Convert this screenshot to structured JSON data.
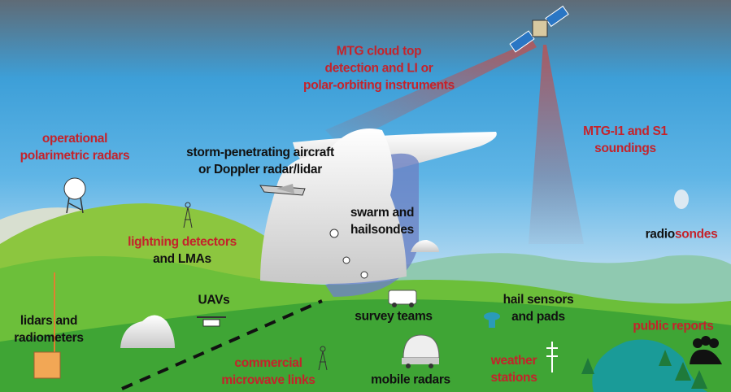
{
  "colors": {
    "red": "#c4232b",
    "black": "#111111"
  },
  "labels": {
    "mtg_cloud_top": [
      "MTG cloud top",
      "detection and LI or",
      "polar-orbiting instruments"
    ],
    "mtg_soundings": [
      "MTG-I1 and S1",
      "soundings"
    ],
    "aircraft": [
      "storm-penetrating aircraft",
      "or Doppler radar/lidar"
    ],
    "swarm": [
      "swarm and",
      "hailsondes"
    ],
    "radiosondes": {
      "black": "radio",
      "red": "sondes"
    },
    "polarimetric_radars": [
      "operational",
      "polarimetric radars"
    ],
    "lightning": {
      "red": "lightning detectors",
      "black": "and LMAs"
    },
    "uavs": "UAVs",
    "lidars": [
      "lidars and",
      "radiometers"
    ],
    "microwave": [
      "commercial",
      "microwave links"
    ],
    "survey": "survey teams",
    "mobile_radars": "mobile radars",
    "hail_sensors": [
      "hail sensors",
      "and pads"
    ],
    "weather_stations": [
      "weather",
      "stations"
    ],
    "public_reports": "public reports"
  }
}
